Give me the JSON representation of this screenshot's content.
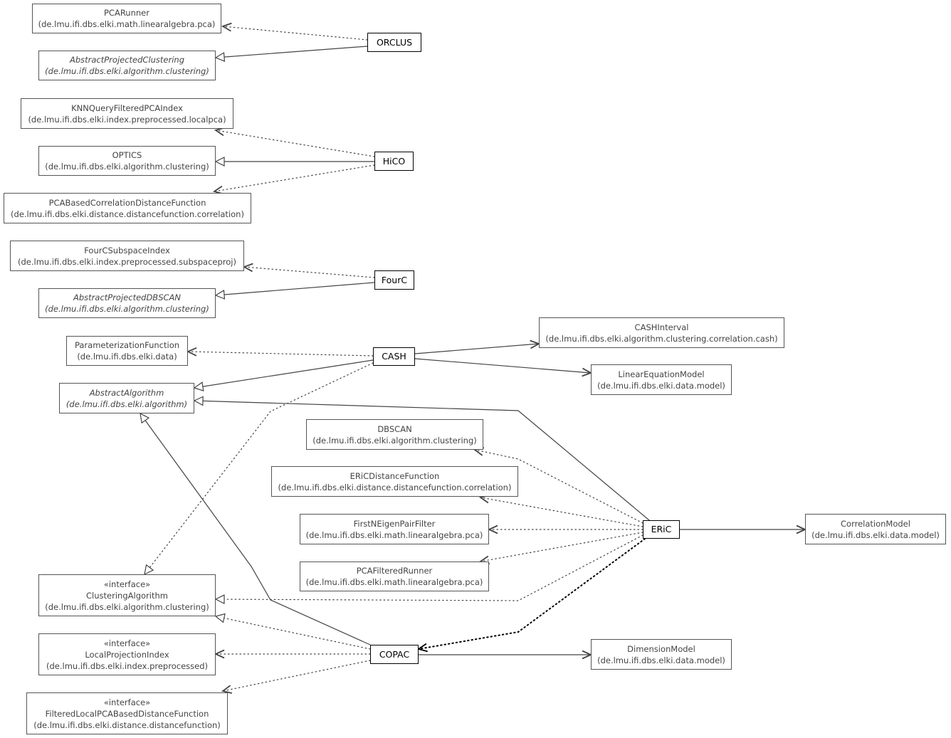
{
  "colors": {
    "line": "#444444",
    "node_border": "#555555",
    "main_border": "#000000",
    "text": "#444444"
  },
  "nodes": {
    "pcarunner": {
      "name": "PCARunner",
      "pkg": "(de.lmu.ifi.dbs.elki.math.linearalgebra.pca)"
    },
    "apc": {
      "name": "AbstractProjectedClustering",
      "pkg": "(de.lmu.ifi.dbs.elki.algorithm.clustering)"
    },
    "orclus": {
      "name": "ORCLUS"
    },
    "knnq": {
      "name": "KNNQueryFilteredPCAIndex",
      "pkg": "(de.lmu.ifi.dbs.elki.index.preprocessed.localpca)"
    },
    "optics": {
      "name": "OPTICS",
      "pkg": "(de.lmu.ifi.dbs.elki.algorithm.clustering)"
    },
    "hico": {
      "name": "HiCO"
    },
    "pcabased": {
      "name": "PCABasedCorrelationDistanceFunction",
      "pkg": "(de.lmu.ifi.dbs.elki.distance.distancefunction.correlation)"
    },
    "fourcsub": {
      "name": "FourCSubspaceIndex",
      "pkg": "(de.lmu.ifi.dbs.elki.index.preprocessed.subspaceproj)"
    },
    "fourc": {
      "name": "FourC"
    },
    "apdbscan": {
      "name": "AbstractProjectedDBSCAN",
      "pkg": "(de.lmu.ifi.dbs.elki.algorithm.clustering)"
    },
    "param": {
      "name": "ParameterizationFunction",
      "pkg": "(de.lmu.ifi.dbs.elki.data)"
    },
    "cash": {
      "name": "CASH"
    },
    "cashint": {
      "name": "CASHInterval",
      "pkg": "(de.lmu.ifi.dbs.elki.algorithm.clustering.correlation.cash)"
    },
    "lineq": {
      "name": "LinearEquationModel",
      "pkg": "(de.lmu.ifi.dbs.elki.data.model)"
    },
    "absalg": {
      "name": "AbstractAlgorithm",
      "pkg": "(de.lmu.ifi.dbs.elki.algorithm)"
    },
    "dbscan": {
      "name": "DBSCAN",
      "pkg": "(de.lmu.ifi.dbs.elki.algorithm.clustering)"
    },
    "ericdf": {
      "name": "ERiCDistanceFunction",
      "pkg": "(de.lmu.ifi.dbs.elki.distance.distancefunction.correlation)"
    },
    "firstn": {
      "name": "FirstNEigenPairFilter",
      "pkg": "(de.lmu.ifi.dbs.elki.math.linearalgebra.pca)"
    },
    "eric": {
      "name": "ERiC"
    },
    "corrmodel": {
      "name": "CorrelationModel",
      "pkg": "(de.lmu.ifi.dbs.elki.data.model)"
    },
    "pcafr": {
      "name": "PCAFilteredRunner",
      "pkg": "(de.lmu.ifi.dbs.elki.math.linearalgebra.pca)"
    },
    "clalg": {
      "stereotype": "«interface»",
      "name": "ClusteringAlgorithm",
      "pkg": "(de.lmu.ifi.dbs.elki.algorithm.clustering)"
    },
    "lpi": {
      "stereotype": "«interface»",
      "name": "LocalProjectionIndex",
      "pkg": "(de.lmu.ifi.dbs.elki.index.preprocessed)"
    },
    "copac": {
      "name": "COPAC"
    },
    "dimmodel": {
      "name": "DimensionModel",
      "pkg": "(de.lmu.ifi.dbs.elki.data.model)"
    },
    "flpca": {
      "stereotype": "«interface»",
      "name": "FilteredLocalPCABasedDistanceFunction",
      "pkg": "(de.lmu.ifi.dbs.elki.distance.distancefunction)"
    }
  }
}
